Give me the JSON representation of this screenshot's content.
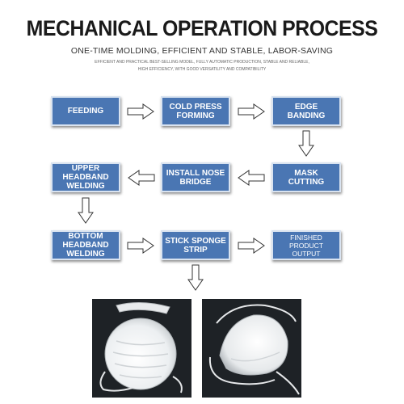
{
  "header": {
    "title": "MECHANICAL OPERATION PROCESS",
    "subtitle": "ONE-TIME MOLDING, EFFICIENT AND STABLE, LABOR-SAVING",
    "desc_line1": "EFFICIENT AND PRACTICAL BEST-SELLING MODEL, FULLY AUTOMATIC PRODUCTION, STABLE AND RELIABLE,",
    "desc_line2": "HIGH EFFICIENCY, WITH GOOD VERSATILITY AND COMPATIBILITY"
  },
  "steps": {
    "feeding": "FEEDING",
    "cold_press": "COLD PRESS FORMING",
    "edge_banding": "EDGE BANDING",
    "upper_headband": "UPPER HEADBAND WELDING",
    "nose_bridge": "INSTALL NOSE BRIDGE",
    "mask_cutting": "MASK CUTTING",
    "bottom_headband": "BOTTOM HEADBAND WELDING",
    "sponge_strip": "STICK SPONGE STRIP",
    "finished": "FINISHED PRODUCT OUTPUT"
  },
  "colors": {
    "box_fill": "#4a76b3",
    "box_border": "#d9e3f0",
    "photo_bg": "#1e2226"
  }
}
